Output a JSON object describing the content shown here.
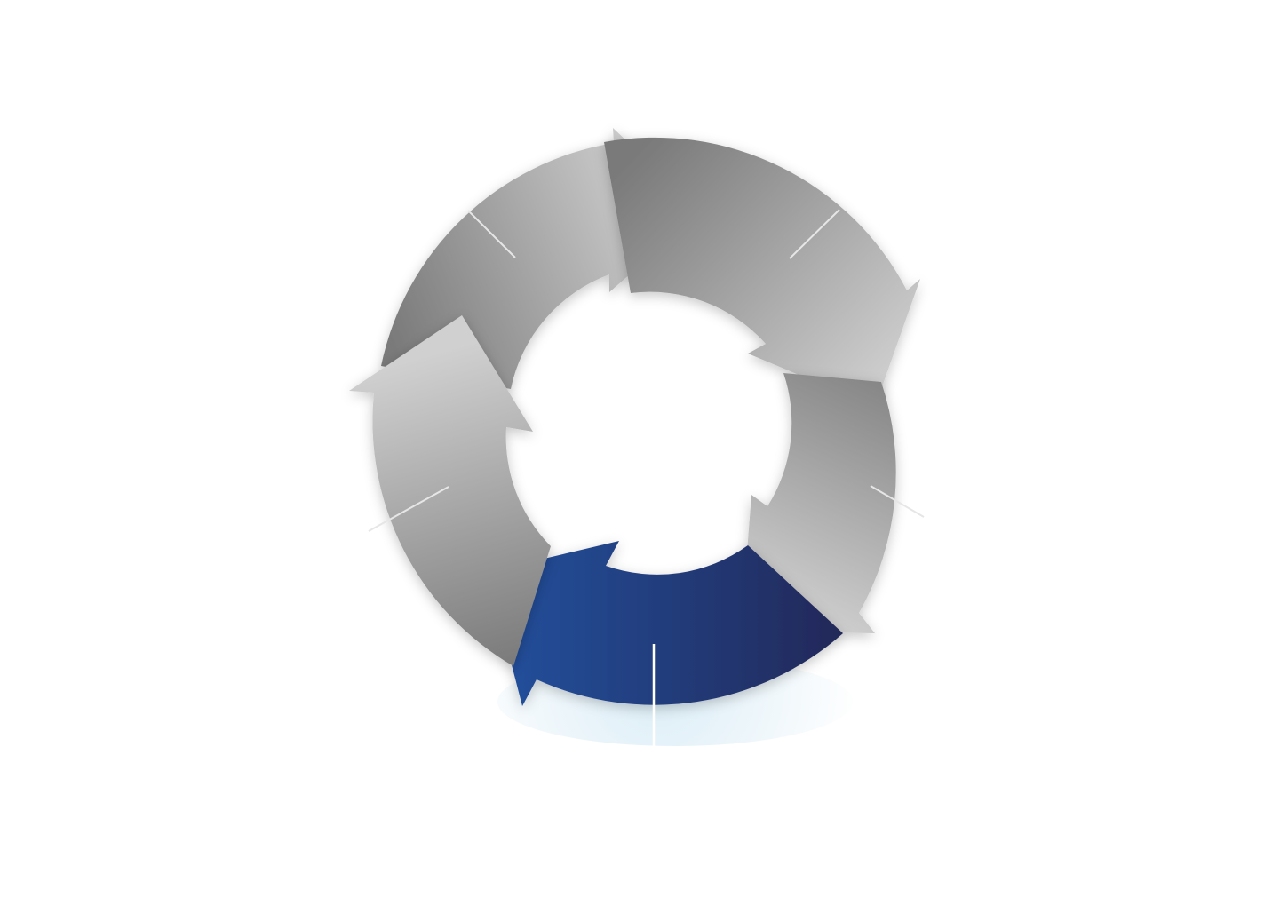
{
  "diagram": {
    "type": "cycle",
    "direction": "clockwise",
    "segment_count": 5,
    "highlighted_segment": 5,
    "segments": [
      {
        "position": "upper-left",
        "style": "gray"
      },
      {
        "position": "upper-right",
        "style": "gray"
      },
      {
        "position": "right",
        "style": "gray"
      },
      {
        "position": "bottom",
        "style": "highlight"
      },
      {
        "position": "left",
        "style": "gray"
      }
    ],
    "colors": {
      "gray_dark": "#7a7a7a",
      "gray_light": "#d0d0d0",
      "highlight_light": "#24509d",
      "highlight_dark": "#21295a",
      "glow": "#d9ecf6",
      "divider": "#e6e6e6",
      "background": "#ffffff"
    }
  }
}
